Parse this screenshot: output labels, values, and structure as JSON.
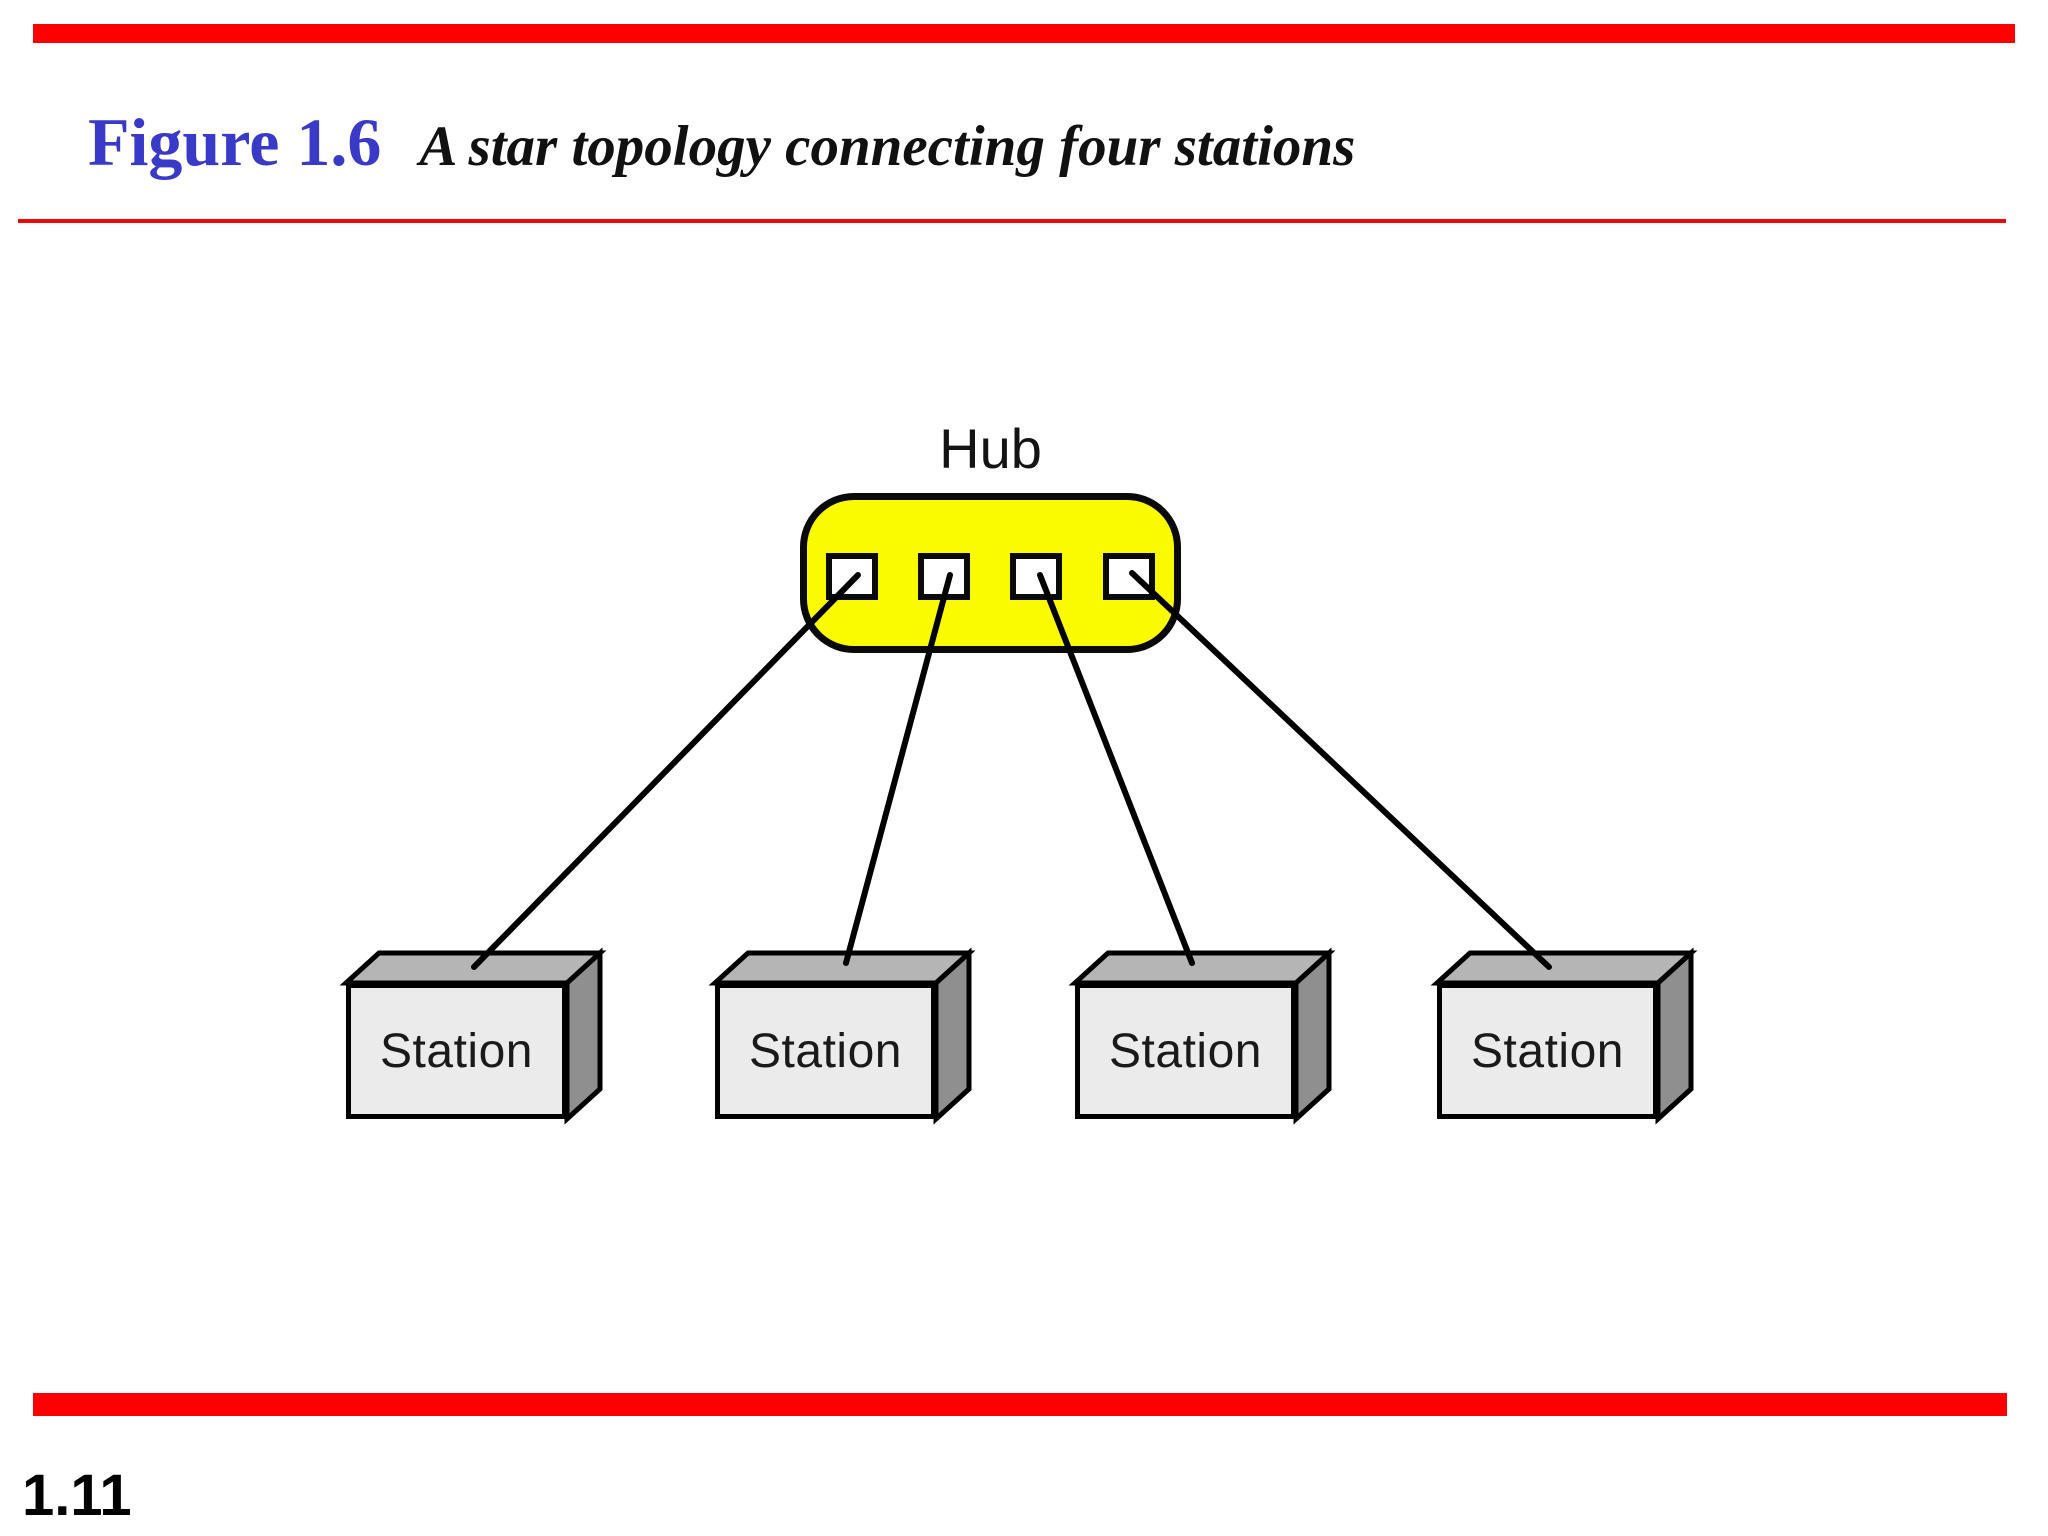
{
  "slide": {
    "figure_label": "Figure 1.6",
    "figure_caption": "A star topology connecting four stations",
    "page_number": "1.11"
  },
  "diagram": {
    "hub_label": "Hub",
    "hub_port_count": 4,
    "stations": [
      {
        "label": "Station"
      },
      {
        "label": "Station"
      },
      {
        "label": "Station"
      },
      {
        "label": "Station"
      }
    ],
    "connections": [
      {
        "from": "hub-port-1",
        "to": "station-1"
      },
      {
        "from": "hub-port-2",
        "to": "station-2"
      },
      {
        "from": "hub-port-3",
        "to": "station-3"
      },
      {
        "from": "hub-port-4",
        "to": "station-4"
      }
    ]
  },
  "colors": {
    "accent_red": "#ff0000",
    "rule_red": "#ee0909",
    "figure_label_blue": "#3a3ac8",
    "hub_yellow": "#fbfb00",
    "station_front_gray": "#ebebeb",
    "station_top_gray": "#b5b5b5",
    "station_side_gray": "#8f8f8f",
    "line_black": "#000000"
  }
}
